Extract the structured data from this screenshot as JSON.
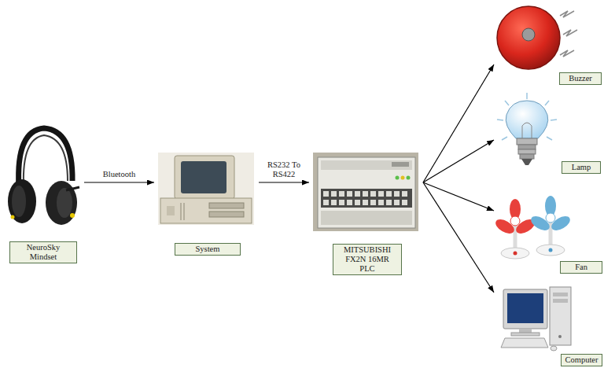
{
  "diagram": {
    "nodes": [
      {
        "text": [
          "NeuroSky Mindset"
        ]
      },
      {
        "text": [
          "System"
        ]
      },
      {
        "text": [
          "MITSUBISHI FX2N 16MR PLC"
        ]
      },
      {
        "text": [
          "Buzzer"
        ]
      },
      {
        "text": [
          "Lamp"
        ]
      },
      {
        "text": [
          "Fan"
        ]
      },
      {
        "text": [
          "Computer"
        ]
      }
    ],
    "edges": [
      {
        "from": 0,
        "to": 1,
        "arrow": "to",
        "label": "Bluetooth"
      },
      {
        "from": 1,
        "to": 2,
        "arrow": "to",
        "label": "RS232 To RS422"
      },
      {
        "from": 2,
        "to": 3,
        "arrow": "to"
      },
      {
        "from": 2,
        "to": 4,
        "arrow": "to"
      },
      {
        "from": 2,
        "to": 5,
        "arrow": "to"
      },
      {
        "from": 2,
        "to": 6,
        "arrow": "to"
      }
    ]
  }
}
